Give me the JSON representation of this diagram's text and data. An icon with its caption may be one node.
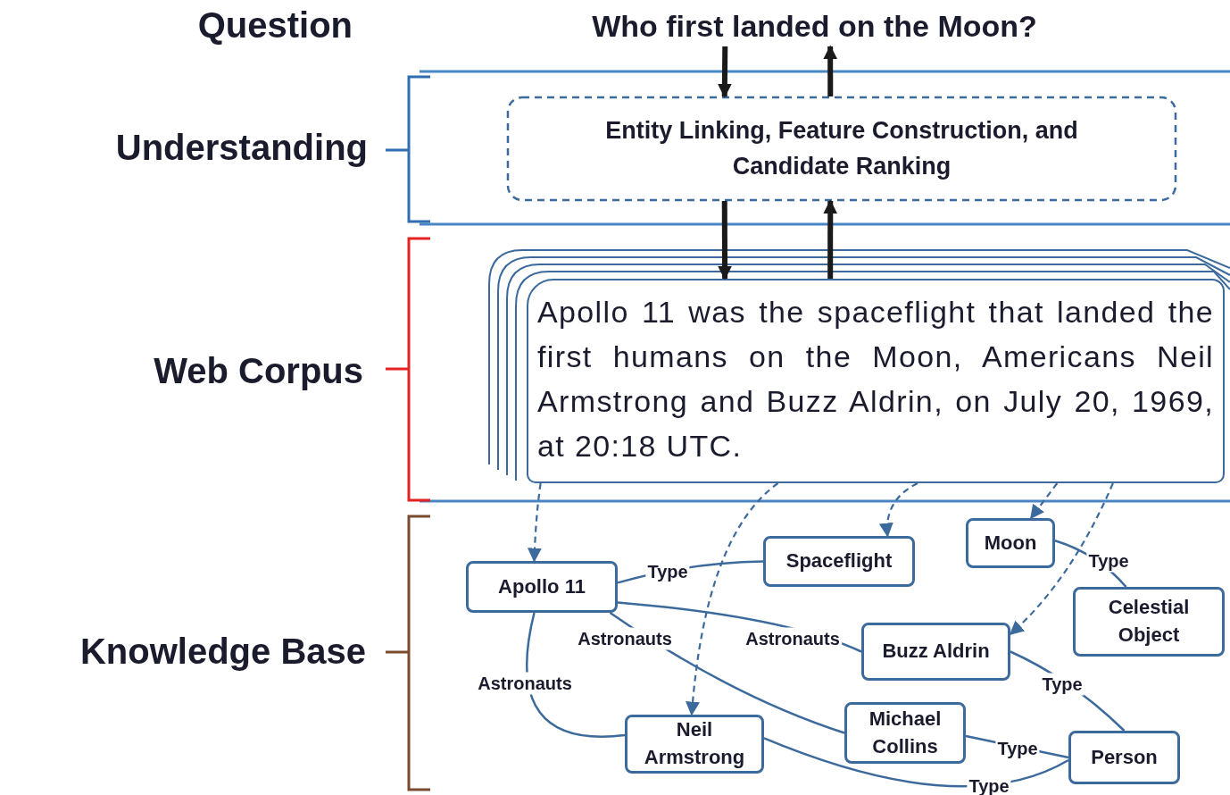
{
  "diagram": {
    "nodes": [
      {
        "text": [
          "Who first landed on the Moon?"
        ]
      },
      {
        "text": [
          "Entity Linking, Feature Construction, and Candidate Ranking"
        ]
      },
      {
        "text": [
          "Apollo 11 was the spaceflight that landed the first humans on the Moon, Americans Neil Armstrong and Buzz Aldrin, on July 20, 1969, at 20:18 UTC."
        ]
      },
      {
        "text": [
          "Apollo 11"
        ]
      },
      {
        "text": [
          "Spaceflight"
        ]
      },
      {
        "text": [
          "Moon"
        ]
      },
      {
        "text": [
          "Celestial Object"
        ]
      },
      {
        "text": [
          "Buzz Aldrin"
        ]
      },
      {
        "text": [
          "Neil Armstrong"
        ]
      },
      {
        "text": [
          "Michael Collins"
        ]
      },
      {
        "text": [
          "Person"
        ]
      }
    ],
    "edges": [
      {
        "from": 0,
        "to": 1,
        "arrow": "to",
        "style": "thick",
        "color": "#1a1a1a"
      },
      {
        "from": 1,
        "to": 0,
        "arrow": "to",
        "style": "thick",
        "color": "#1a1a1a"
      },
      {
        "from": 1,
        "to": 2,
        "arrow": "to",
        "style": "thick",
        "color": "#1a1a1a"
      },
      {
        "from": 2,
        "to": 1,
        "arrow": "to",
        "style": "thick",
        "color": "#1a1a1a"
      },
      {
        "from": 2,
        "to": 3,
        "arrow": "to",
        "style": "dashed"
      },
      {
        "from": 2,
        "to": 4,
        "arrow": "to",
        "style": "dashed"
      },
      {
        "from": 2,
        "to": 5,
        "arrow": "to",
        "style": "dashed"
      },
      {
        "from": 2,
        "to": 7,
        "arrow": "to",
        "style": "dashed"
      },
      {
        "from": 2,
        "to": 8,
        "arrow": "to",
        "style": "dashed"
      },
      {
        "from": 3,
        "to": 4,
        "arrow": "none",
        "label": "Type"
      },
      {
        "from": 3,
        "to": 7,
        "arrow": "none",
        "label": "Astronauts"
      },
      {
        "from": 3,
        "to": 9,
        "arrow": "none",
        "label": "Astronauts"
      },
      {
        "from": 3,
        "to": 8,
        "arrow": "none",
        "label": "Astronauts"
      },
      {
        "from": 5,
        "to": 6,
        "arrow": "none",
        "label": "Type"
      },
      {
        "from": 7,
        "to": 10,
        "arrow": "none",
        "label": "Type"
      },
      {
        "from": 9,
        "to": 10,
        "arrow": "none",
        "label": "Type"
      },
      {
        "from": 8,
        "to": 10,
        "arrow": "none",
        "label": "Type"
      }
    ],
    "labels": [
      "Question",
      "Understanding",
      "Web Corpus",
      "Knowledge Base"
    ]
  }
}
